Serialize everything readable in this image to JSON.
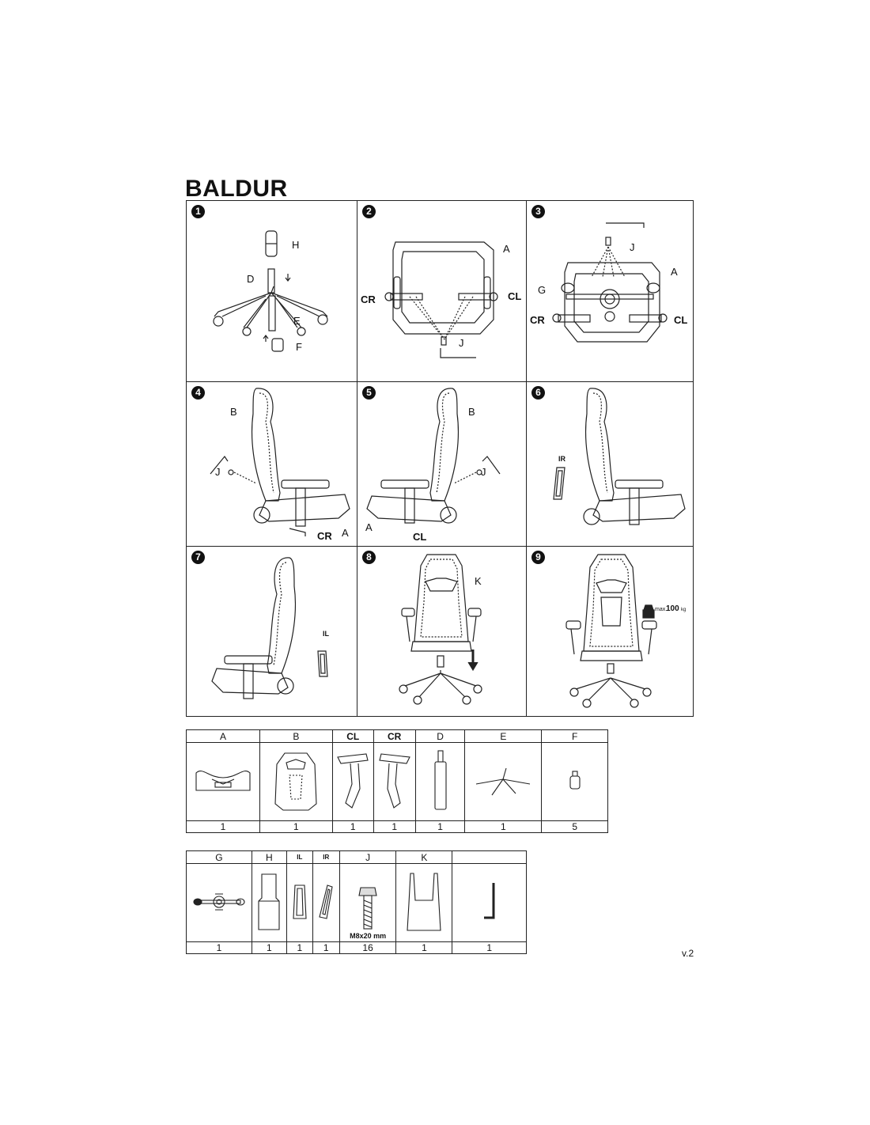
{
  "title": "BALDUR",
  "steps": [
    {
      "number": "1",
      "labels": [
        "H",
        "D",
        "E",
        "F"
      ]
    },
    {
      "number": "2",
      "labels": [
        "A",
        "CR",
        "CL",
        "J"
      ]
    },
    {
      "number": "3",
      "labels": [
        "J",
        "A",
        "G",
        "CR",
        "CL"
      ]
    },
    {
      "number": "4",
      "labels": [
        "B",
        "J",
        "CR",
        "A"
      ]
    },
    {
      "number": "5",
      "labels": [
        "B",
        "J",
        "A",
        "CL"
      ]
    },
    {
      "number": "6",
      "labels": [
        "IR"
      ]
    },
    {
      "number": "7",
      "labels": [
        "IL"
      ]
    },
    {
      "number": "8",
      "labels": [
        "K"
      ]
    },
    {
      "number": "9",
      "labels": [
        "max.",
        "100",
        "kg"
      ]
    }
  ],
  "parts_table_1": {
    "headers": [
      "A",
      "B",
      "CL",
      "CR",
      "D",
      "E",
      "F"
    ],
    "quantities": [
      "1",
      "1",
      "1",
      "1",
      "1",
      "1",
      "5"
    ]
  },
  "parts_table_2": {
    "headers": [
      "G",
      "H",
      "IL",
      "IR",
      "J",
      "K",
      ""
    ],
    "bolt_spec": "M8x20 mm",
    "quantities": [
      "1",
      "1",
      "1",
      "1",
      "16",
      "1",
      "1"
    ]
  },
  "version": "v.2"
}
